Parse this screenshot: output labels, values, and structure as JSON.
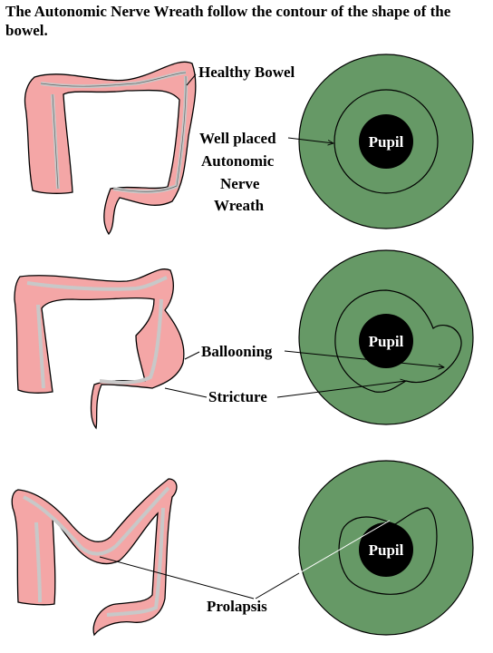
{
  "title": "The Autonomic Nerve Wreath follow the contour of the shape of the bowel.",
  "labels": {
    "healthy_bowel": "Healthy Bowel",
    "well_placed": [
      "Well placed",
      "Autonomic",
      "Nerve",
      "Wreath"
    ],
    "ballooning": "Ballooning",
    "stricture": "Stricture",
    "prolapsis": "Prolapsis",
    "pupil": "Pupil"
  },
  "colors": {
    "iris": "#669966",
    "pupil": "#000000",
    "bowel": "#f4a6a6",
    "bowel_lumen": "#c8c8c8",
    "outline": "#000000"
  }
}
